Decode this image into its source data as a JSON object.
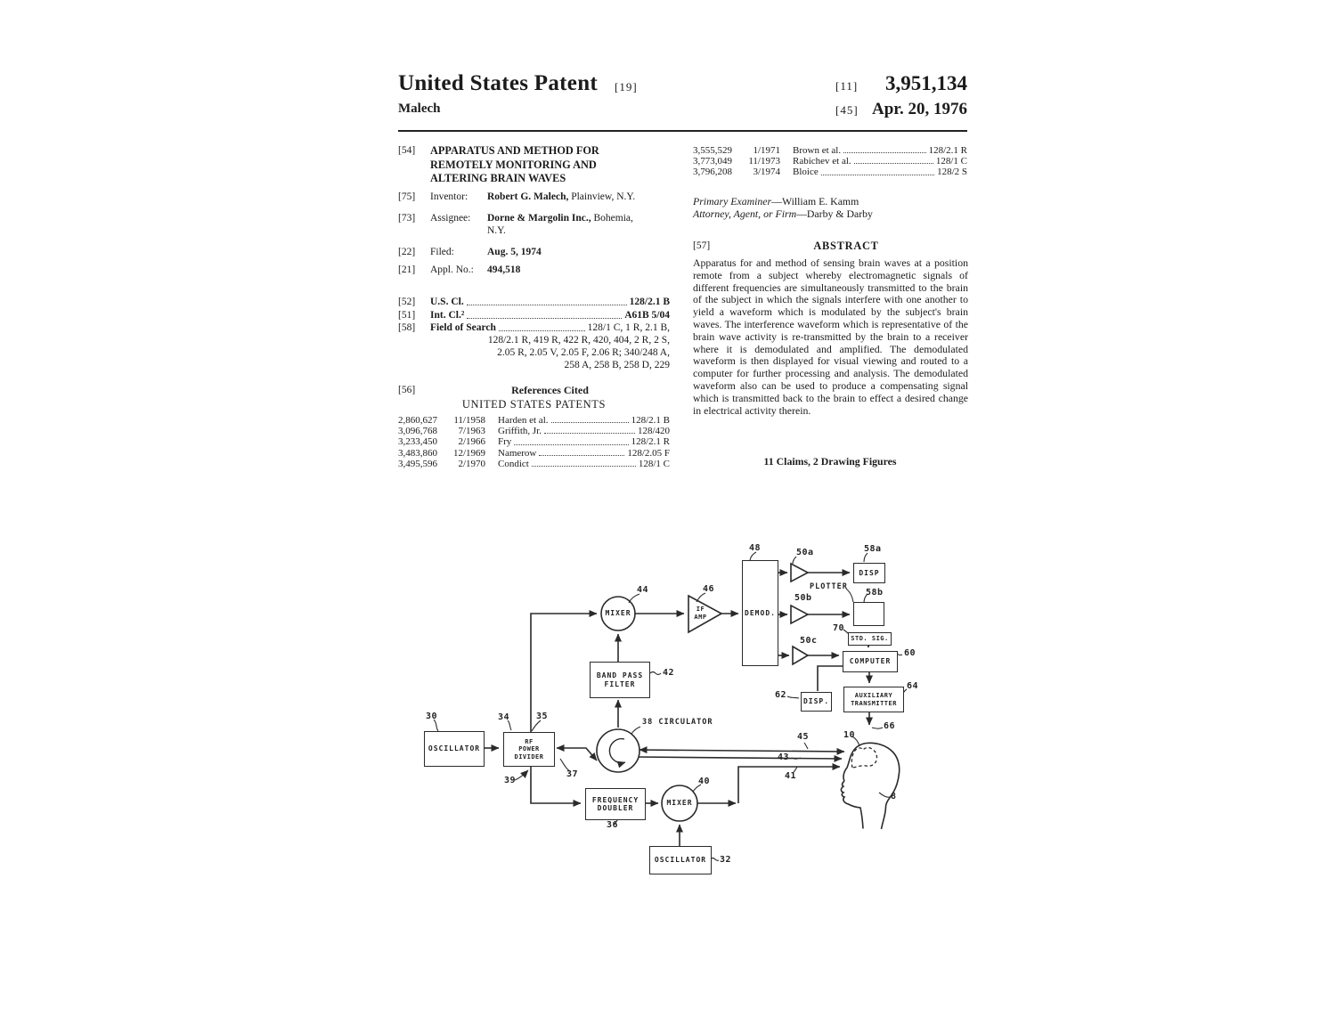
{
  "header": {
    "title": "United States Patent",
    "kind_code": "[19]",
    "surname": "Malech",
    "num_tag": "[11]",
    "number": "3,951,134",
    "date_tag": "[45]",
    "date": "Apr. 20, 1976"
  },
  "left": {
    "f54_tag": "[54]",
    "f54_lines": "APPARATUS AND METHOD FOR\nREMOTELY MONITORING AND\nALTERING BRAIN WAVES",
    "f75_tag": "[75]",
    "f75_label": "Inventor:",
    "f75_bold": "Robert G. Malech,",
    "f75_rest": " Plainview, N.Y.",
    "f73_tag": "[73]",
    "f73_label": "Assignee:",
    "f73_bold": "Dorne & Margolin Inc.,",
    "f73_rest": " Bohemia,\nN.Y.",
    "f22_tag": "[22]",
    "f22_label": "Filed:",
    "f22_value": "Aug. 5, 1974",
    "f21_tag": "[21]",
    "f21_label": "Appl. No.:",
    "f21_value": "494,518",
    "f52_tag": "[52]",
    "f52_label": "U.S. Cl.",
    "f52_value": "128/2.1 B",
    "f51_tag": "[51]",
    "f51_label": "Int. Cl.²",
    "f51_value": "A61B 5/04",
    "f58_tag": "[58]",
    "f58_label": "Field of Search",
    "f58_value1": "128/1 C, 1 R, 2.1 B,",
    "f58_line2": "128/2.1 R, 419 R, 422 R, 420, 404, 2 R, 2 S,",
    "f58_line3": "2.05 R, 2.05 V, 2.05 F, 2.06 R; 340/248 A,",
    "f58_line4": "258 A, 258 B, 258 D, 229",
    "f56_tag": "[56]",
    "f56_heading": "References Cited",
    "f56_subheading": "UNITED STATES PATENTS"
  },
  "refs_left": [
    {
      "num": "2,860,627",
      "date": "11/1958",
      "name": "Harden et al.",
      "cls": "128/2.1 B"
    },
    {
      "num": "3,096,768",
      "date": "7/1963",
      "name": "Griffith, Jr.",
      "cls": "128/420"
    },
    {
      "num": "3,233,450",
      "date": "2/1966",
      "name": "Fry",
      "cls": "128/2.1 R"
    },
    {
      "num": "3,483,860",
      "date": "12/1969",
      "name": "Namerow",
      "cls": "128/2.05 F"
    },
    {
      "num": "3,495,596",
      "date": "2/1970",
      "name": "Condict",
      "cls": "128/1 C"
    }
  ],
  "refs_right": [
    {
      "num": "3,555,529",
      "date": "1/1971",
      "name": "Brown et al.",
      "cls": "128/2.1 R"
    },
    {
      "num": "3,773,049",
      "date": "11/1973",
      "name": "Rabichev et al.",
      "cls": "128/1 C"
    },
    {
      "num": "3,796,208",
      "date": "3/1974",
      "name": "Bloice",
      "cls": "128/2 S"
    }
  ],
  "right": {
    "examiner_label": "Primary Examiner",
    "examiner_name": "—William E. Kamm",
    "attorney_label": "Attorney, Agent, or Firm",
    "attorney_name": "—Darby & Darby",
    "abstract_tag": "[57]",
    "abstract_heading": "ABSTRACT",
    "abstract_text": "Apparatus for and method of sensing brain waves at a position remote from a subject whereby electromagnetic signals of different frequencies are simultaneously transmitted to the brain of the subject in which the signals interfere with one another to yield a waveform which is modulated by the subject's brain waves. The interference waveform which is representative of the brain wave activity is re-transmitted by the brain to a receiver where it is demodulated and amplified. The demodulated waveform is then displayed for visual viewing and routed to a computer for further processing and analysis. The demodulated waveform also can be used to produce a compensating signal which is transmitted back to the brain to effect a desired change in electrical activity therein.",
    "claims_line": "11 Claims, 2 Drawing Figures"
  },
  "figure": {
    "boxes": [
      {
        "text": "OSCILLATOR"
      },
      {
        "text": "RF\nPOWER\nDIVIDER"
      },
      {
        "text": "BAND PASS\nFILTER"
      },
      {
        "text": "FREQUENCY\nDOUBLER"
      },
      {
        "text": "OSCILLATOR"
      },
      {
        "text": "DEMOD."
      },
      {
        "text": "DISP"
      },
      {
        "text": "STD. SIG."
      },
      {
        "text": "COMPUTER"
      },
      {
        "text": "DISP."
      },
      {
        "text": "AUXILIARY\nTRANSMITTER"
      },
      {
        "text": "MIXER"
      },
      {
        "text": "MIXER"
      },
      {
        "text": "IF\nAMP"
      }
    ],
    "labels": {
      "n30": "30",
      "n34": "34",
      "n35": "35",
      "n37": "37",
      "n39": "39",
      "n38": "38 CIRCULATOR",
      "n42": "42",
      "n44": "44",
      "n46": "46",
      "n48": "48",
      "n50a": "50a",
      "n50b": "50b",
      "n50c": "50c",
      "n58a": "58a",
      "n58b": "58b",
      "plotter": "PLOTTER",
      "n70": "70",
      "n60": "60",
      "n62": "62",
      "n64": "64",
      "n66": "66",
      "n45": "45",
      "n43": "43",
      "n41": "41",
      "n10": "10",
      "n8": "8",
      "n36": "36",
      "n40": "40",
      "n32": "32"
    }
  }
}
